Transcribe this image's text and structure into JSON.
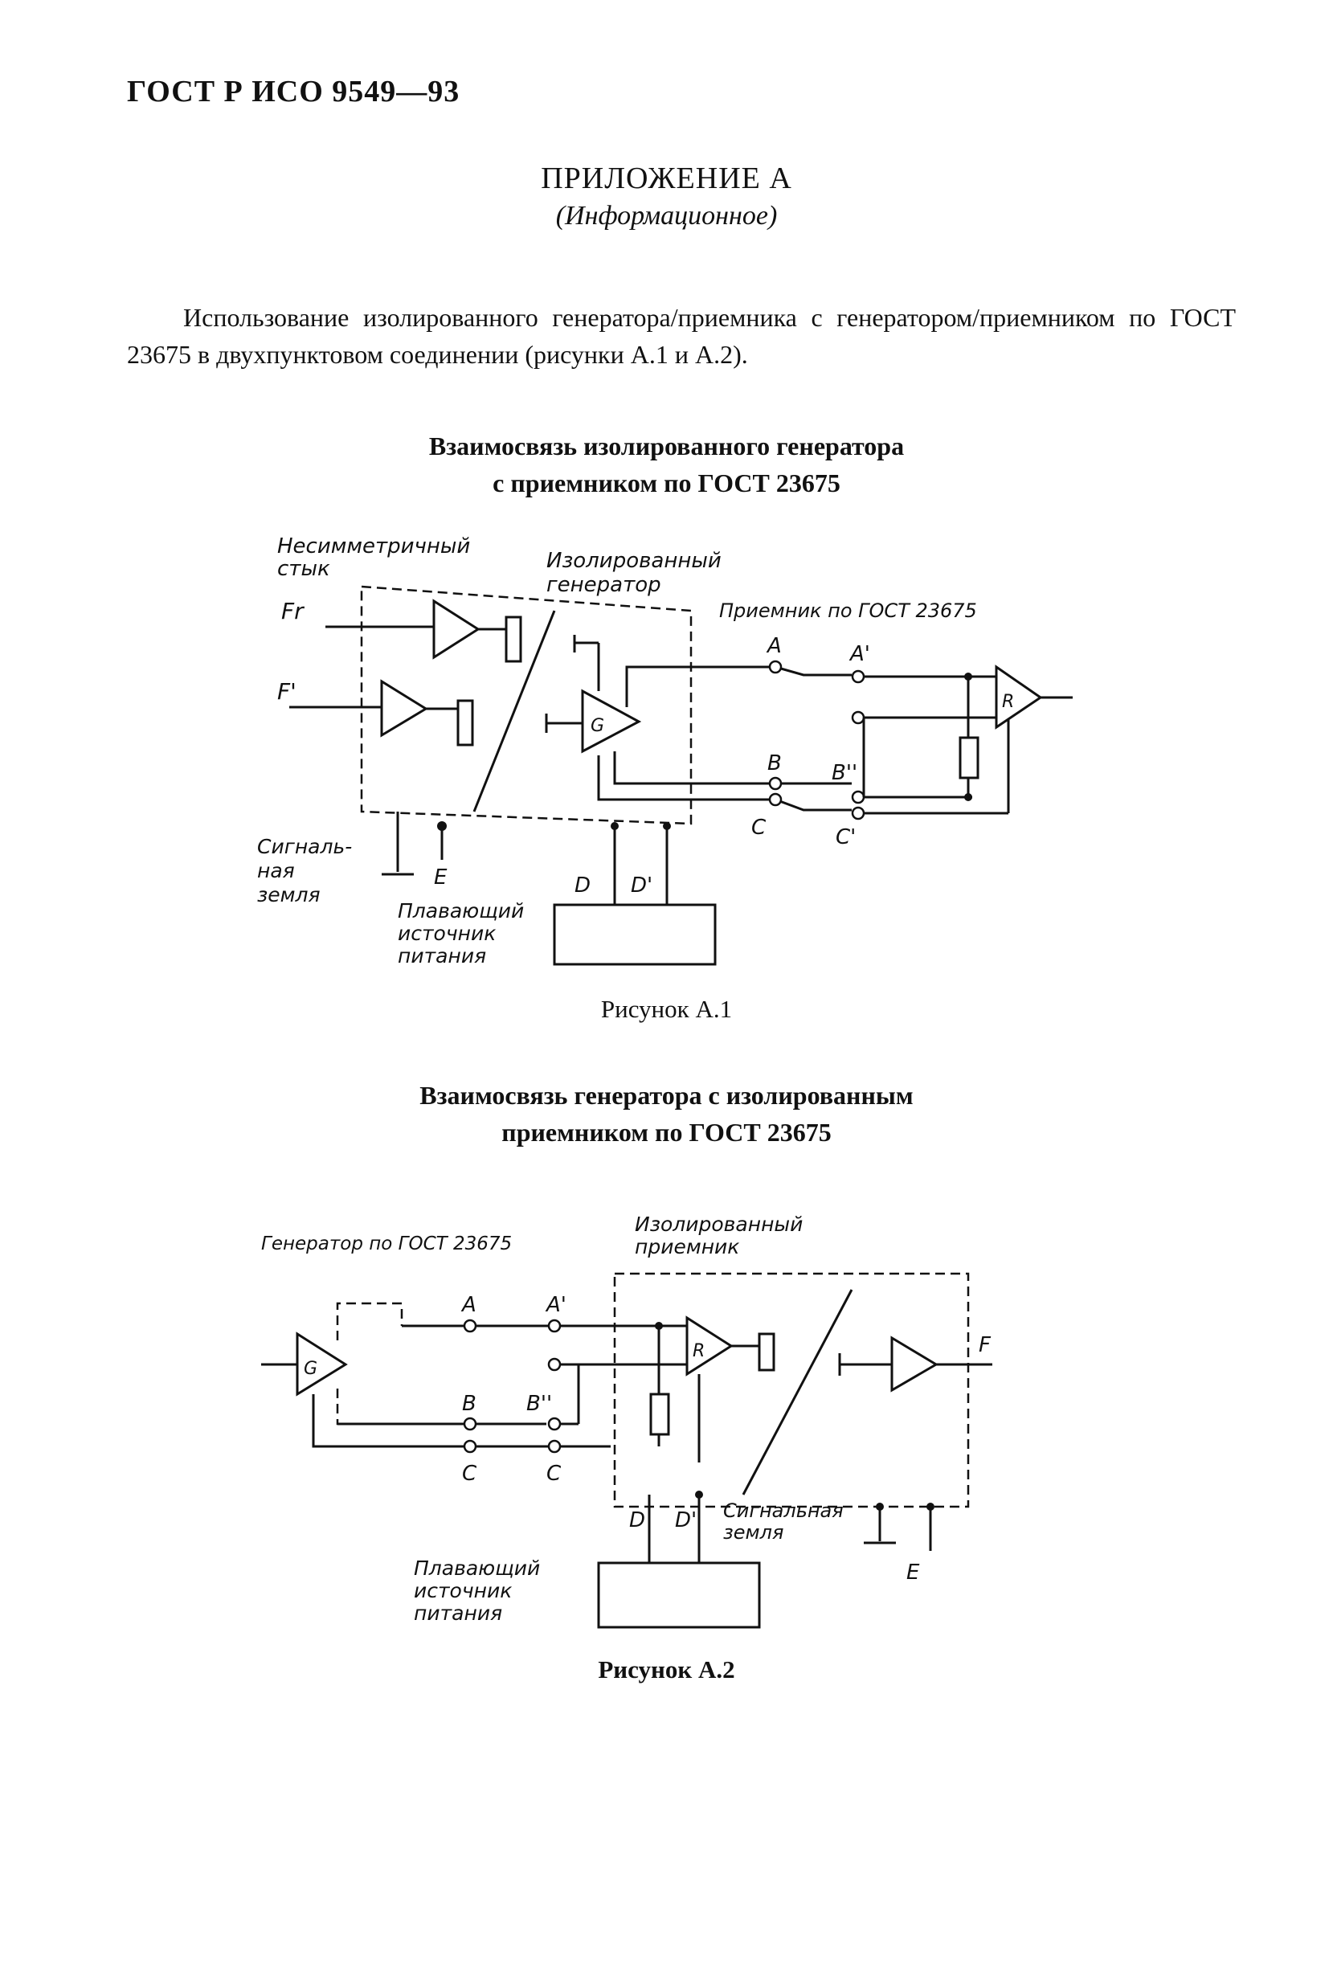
{
  "header": {
    "standard": "ГОСТ Р ИСО 9549—93"
  },
  "appendix": {
    "title": "ПРИЛОЖЕНИЕ А",
    "subtitle": "(Информационное)"
  },
  "intro": {
    "text": "Использование изолированного генератора/приемника с генератором/приемником по ГОСТ 23675 в двухпунктовом соединении (рисунки А.1 и А.2)."
  },
  "figure1": {
    "title_line1": "Взаимосвязь изолированного генератора",
    "title_line2": "с приемником по ГОСТ 23675",
    "caption": "Рисунок А.1",
    "labels": {
      "unbalanced_1": "Несимметричный",
      "unbalanced_2": "стык",
      "isolated_gen_1": "Изолированный",
      "isolated_gen_2": "генератор",
      "receiver": "Приемник по ГОСТ 23675",
      "f_r": "Fr",
      "f_prime": "F'",
      "a": "A",
      "a_prime": "A'",
      "b": "B",
      "b_dprime": "B''",
      "c": "C",
      "c_prime": "C'",
      "d": "D",
      "d_prime": "D'",
      "e": "E",
      "g": "G",
      "r": "R",
      "signal_ground_1": "Сигналь-",
      "signal_ground_2": "ная",
      "signal_ground_3": "земля",
      "floating_1": "Плавающий",
      "floating_2": "источник",
      "floating_3": "питания"
    }
  },
  "figure2": {
    "title_line1": "Взаимосвязь генератора с изолированным",
    "title_line2": "приемником по ГОСТ 23675",
    "caption": "Рисунок А.2",
    "labels": {
      "generator": "Генератор по ГОСТ 23675",
      "isolated_rx_1": "Изолированный",
      "isolated_rx_2": "приемник",
      "a": "A",
      "a_prime": "A'",
      "b": "B",
      "b_dprime": "B''",
      "c": "C",
      "c2": "C",
      "d": "D",
      "d_prime": "D'",
      "e": "E",
      "f": "F",
      "g": "G",
      "r": "R",
      "signal_ground_1": "Сигнальная",
      "signal_ground_2": "земля",
      "floating_1": "Плавающий",
      "floating_2": "источник",
      "floating_3": "питания"
    }
  }
}
